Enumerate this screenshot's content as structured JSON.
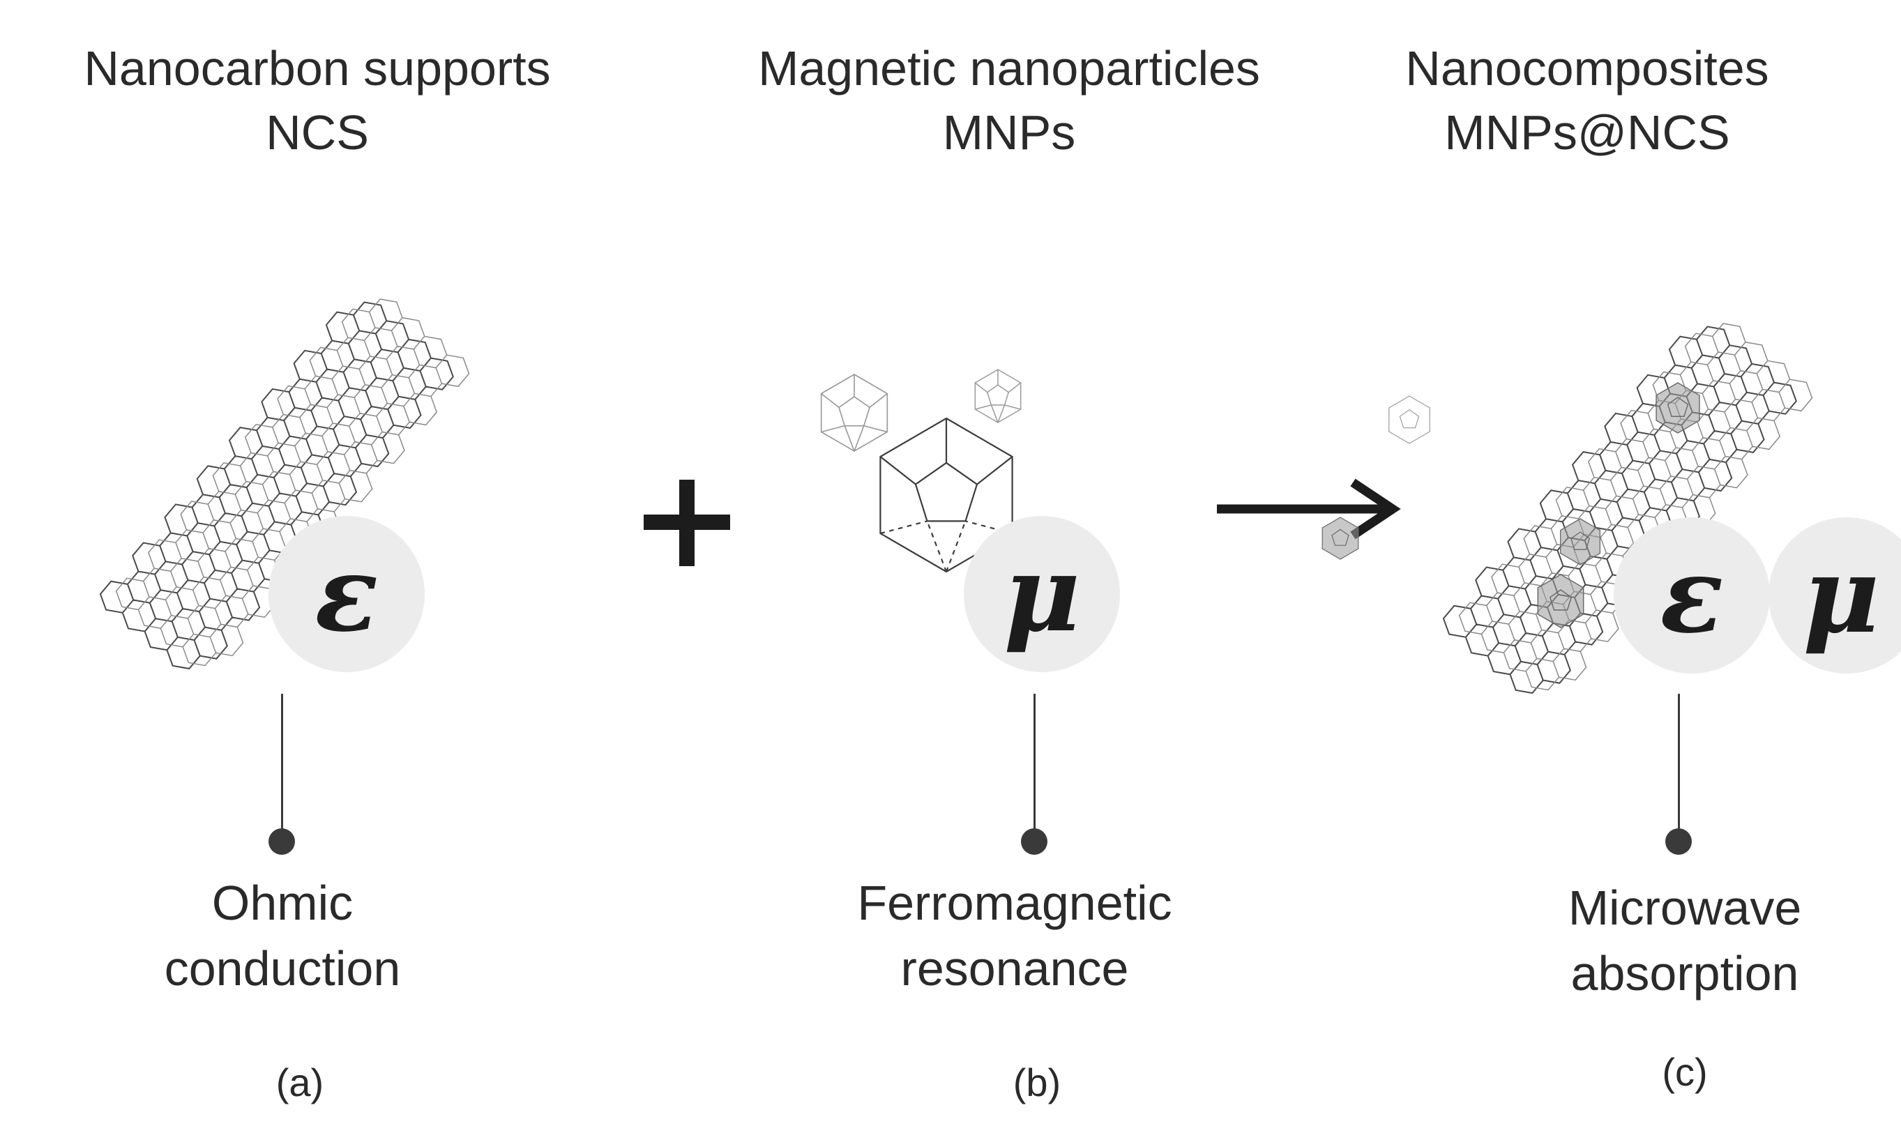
{
  "panels": [
    {
      "id": "a",
      "title_line1": "Nanocarbon supports",
      "title_line2": "NCS",
      "symbols": [
        "ε"
      ],
      "effect_line1": "Ohmic",
      "effect_line2": "conduction",
      "tag": "(a)",
      "icon": "nanotube-icon"
    },
    {
      "id": "b",
      "title_line1": "Magnetic nanoparticles",
      "title_line2": "MNPs",
      "symbols": [
        "μ"
      ],
      "effect_line1": "Ferromagnetic",
      "effect_line2": "resonance",
      "tag": "(b)",
      "icon": "polyhedron-nanoparticles-icon"
    },
    {
      "id": "c",
      "title_line1": "Nanocomposites",
      "title_line2": "MNPs@NCS",
      "symbols": [
        "ε",
        "μ"
      ],
      "effect_line1": "Microwave",
      "effect_line2": "absorption",
      "tag": "(c)",
      "icon": "decorated-nanotube-icon"
    }
  ],
  "operators": {
    "plus": "plus-icon",
    "arrow": "right-arrow-icon"
  },
  "colors": {
    "text": "#2a2a2a",
    "badge_fill": "#ececec",
    "line": "#3a3a3a",
    "particle_shade": "#9a9a9a"
  }
}
